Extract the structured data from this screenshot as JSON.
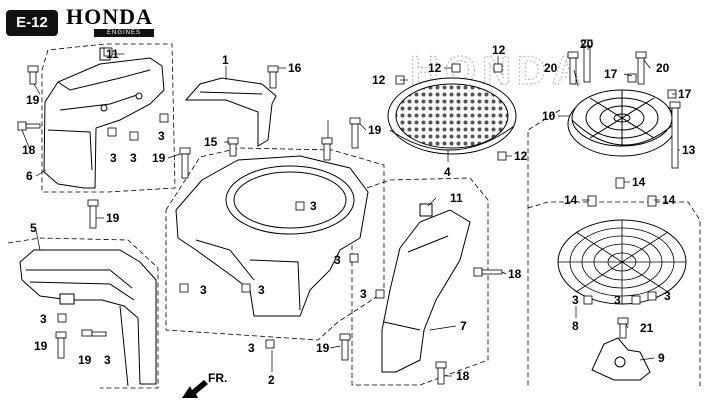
{
  "header": {
    "section_code": "E-12",
    "brand": "HONDA",
    "brand_sub": "ENGINES",
    "watermark": "HONDA"
  },
  "direction_label": "FR.",
  "callouts": [
    {
      "id": "c1",
      "text": "1"
    },
    {
      "id": "c2",
      "text": "2"
    },
    {
      "id": "c3a",
      "text": "3"
    },
    {
      "id": "c3b",
      "text": "3"
    },
    {
      "id": "c3c",
      "text": "3"
    },
    {
      "id": "c3d",
      "text": "3"
    },
    {
      "id": "c3e",
      "text": "3"
    },
    {
      "id": "c3f",
      "text": "3"
    },
    {
      "id": "c3g",
      "text": "3"
    },
    {
      "id": "c3h",
      "text": "3"
    },
    {
      "id": "c3i",
      "text": "3"
    },
    {
      "id": "c3j",
      "text": "3"
    },
    {
      "id": "c3k",
      "text": "3"
    },
    {
      "id": "c3l",
      "text": "3"
    },
    {
      "id": "c3m",
      "text": "3"
    },
    {
      "id": "c3n",
      "text": "3"
    },
    {
      "id": "c4",
      "text": "4"
    },
    {
      "id": "c5",
      "text": "5"
    },
    {
      "id": "c6",
      "text": "6"
    },
    {
      "id": "c7",
      "text": "7"
    },
    {
      "id": "c8",
      "text": "8"
    },
    {
      "id": "c9",
      "text": "9"
    },
    {
      "id": "c10",
      "text": "10"
    },
    {
      "id": "c11a",
      "text": "11"
    },
    {
      "id": "c11b",
      "text": "11"
    },
    {
      "id": "c12a",
      "text": "12"
    },
    {
      "id": "c12b",
      "text": "12"
    },
    {
      "id": "c12c",
      "text": "12"
    },
    {
      "id": "c12d",
      "text": "12"
    },
    {
      "id": "c13",
      "text": "13"
    },
    {
      "id": "c14a",
      "text": "14"
    },
    {
      "id": "c14b",
      "text": "14"
    },
    {
      "id": "c14c",
      "text": "14"
    },
    {
      "id": "c15",
      "text": "15"
    },
    {
      "id": "c16",
      "text": "16"
    },
    {
      "id": "c17a",
      "text": "17"
    },
    {
      "id": "c17b",
      "text": "17"
    },
    {
      "id": "c18a",
      "text": "18"
    },
    {
      "id": "c18b",
      "text": "18"
    },
    {
      "id": "c18c",
      "text": "18"
    },
    {
      "id": "c19a",
      "text": "19"
    },
    {
      "id": "c19b",
      "text": "19"
    },
    {
      "id": "c19c",
      "text": "19"
    },
    {
      "id": "c19d",
      "text": "19"
    },
    {
      "id": "c19e",
      "text": "19"
    },
    {
      "id": "c19f",
      "text": "19"
    },
    {
      "id": "c19g",
      "text": "19"
    },
    {
      "id": "c20a",
      "text": "20"
    },
    {
      "id": "c20b",
      "text": "20"
    },
    {
      "id": "c20c",
      "text": "20"
    },
    {
      "id": "c21",
      "text": "21"
    }
  ]
}
